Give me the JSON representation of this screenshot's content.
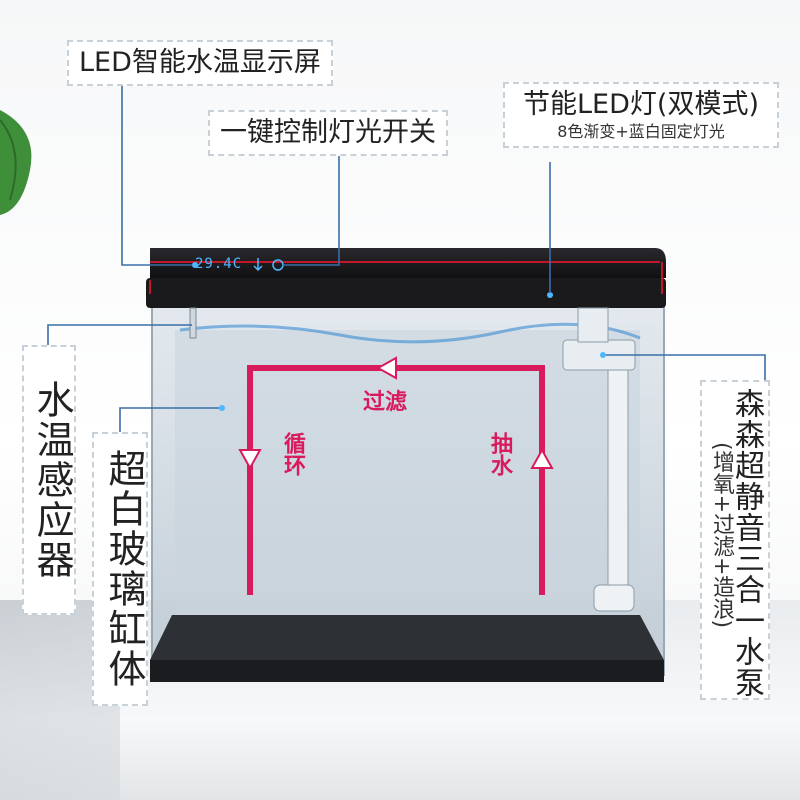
{
  "labels": {
    "led_screen": "LED智能水温显示屏",
    "light_switch": "一键控制灯光开关",
    "led_light_title": "节能LED灯(双模式)",
    "led_light_sub": "8色渐变+蓝白固定灯光",
    "temp_sensor": "水温感应器",
    "glass_body": "超白玻璃缸体",
    "pump_title": "森森超静音三合一水泵",
    "pump_sub": "(增氧+过滤+造浪)"
  },
  "flow": {
    "filter": "过滤",
    "circulate": "循环",
    "pump_water": "抽水"
  },
  "display": {
    "temperature": "29.4C"
  },
  "colors": {
    "flow_arrow": "#d81b5c",
    "display_blue": "#4db8ff",
    "lid_trim": "#c0182a"
  }
}
